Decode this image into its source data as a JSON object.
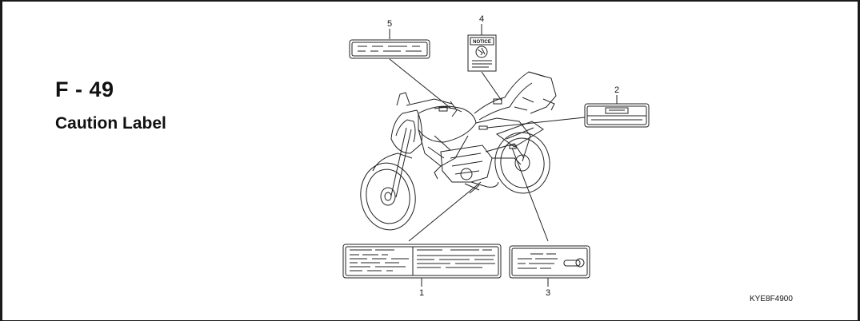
{
  "header": {
    "code": "F - 49",
    "title": "Caution Label"
  },
  "callouts": [
    "1",
    "2",
    "3",
    "4",
    "5"
  ],
  "notice_label_text": "NOTICE",
  "reference_code": "KYE8F4900"
}
